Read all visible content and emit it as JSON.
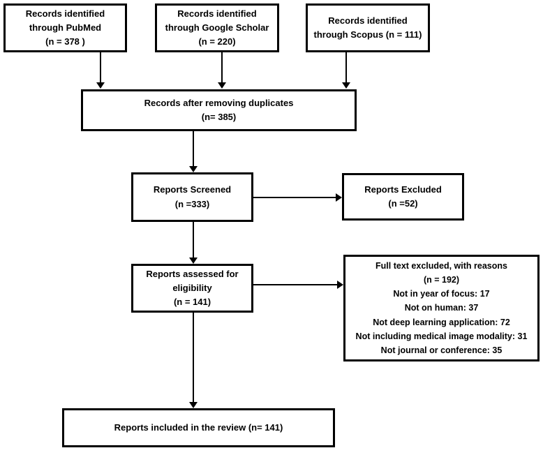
{
  "colors": {
    "background": "#ffffff",
    "box_border": "#000000",
    "text": "#000000",
    "arrow": "#000000"
  },
  "boxes": {
    "pubmed": {
      "lines": [
        "Records identified",
        "through PubMed",
        "(n = 378 )"
      ]
    },
    "google_scholar": {
      "lines": [
        "Records identified",
        "through Google Scholar",
        "(n = 220)"
      ]
    },
    "scopus": {
      "lines": [
        "Records identified",
        "through Scopus (n = 111)"
      ]
    },
    "duplicates_removed": {
      "lines": [
        "Records after removing duplicates",
        "(n= 385)"
      ]
    },
    "reports_screened": {
      "lines": [
        "Reports Screened",
        "(n =333)"
      ]
    },
    "reports_excluded": {
      "lines": [
        "Reports Excluded",
        "(n =52)"
      ]
    },
    "assessed_eligibility": {
      "lines": [
        "Reports assessed for",
        "eligibility",
        "(n = 141)"
      ]
    },
    "fulltext_excluded": {
      "lines": [
        "Full text excluded, with reasons",
        "(n = 192)",
        "Not in year of focus: 17",
        "Not on human: 37",
        "Not deep learning application: 72",
        "Not including medical image modality: 31",
        "Not journal or conference: 35"
      ]
    },
    "included_review": {
      "lines": [
        "Reports included in the review (n= 141)"
      ]
    }
  }
}
